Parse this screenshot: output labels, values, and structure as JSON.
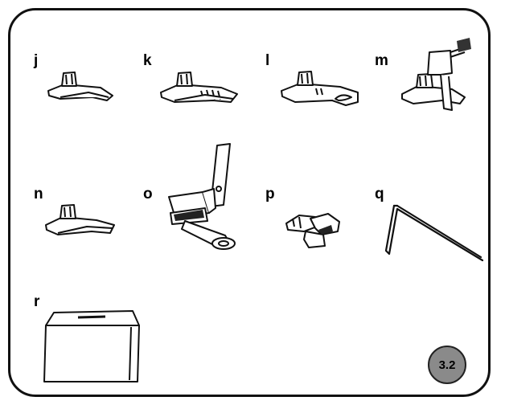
{
  "labels": {
    "j": "j",
    "k": "k",
    "l": "l",
    "m": "m",
    "n": "n",
    "o": "o",
    "p": "p",
    "q": "q",
    "r": "r"
  },
  "badge": "3.2",
  "icons": {
    "j": "presser-foot-icon",
    "k": "presser-foot-icon",
    "l": "presser-foot-icon",
    "m": "presser-foot-icon",
    "n": "presser-foot-icon",
    "o": "presser-foot-icon",
    "p": "presser-foot-icon",
    "q": "wire-guide-icon",
    "r": "cover-icon"
  }
}
